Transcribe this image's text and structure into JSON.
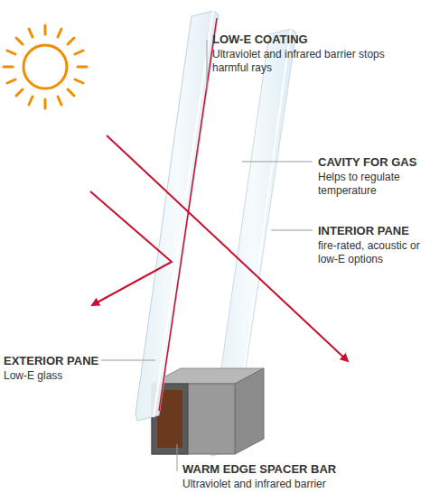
{
  "diagram": {
    "labels": [
      "LOW-E COATING",
      "Ultraviolet and infrared barrier stops harmful rays",
      "CAVITY FOR GAS",
      "Helps to regulate temperature",
      "INTERIOR PANE",
      "fire-rated, acoustic or low-E options",
      "EXTERIOR PANE",
      "Low-E glass",
      "WARM EDGE SPACER BAR",
      "Ultraviolet and infrared barrier"
    ]
  }
}
